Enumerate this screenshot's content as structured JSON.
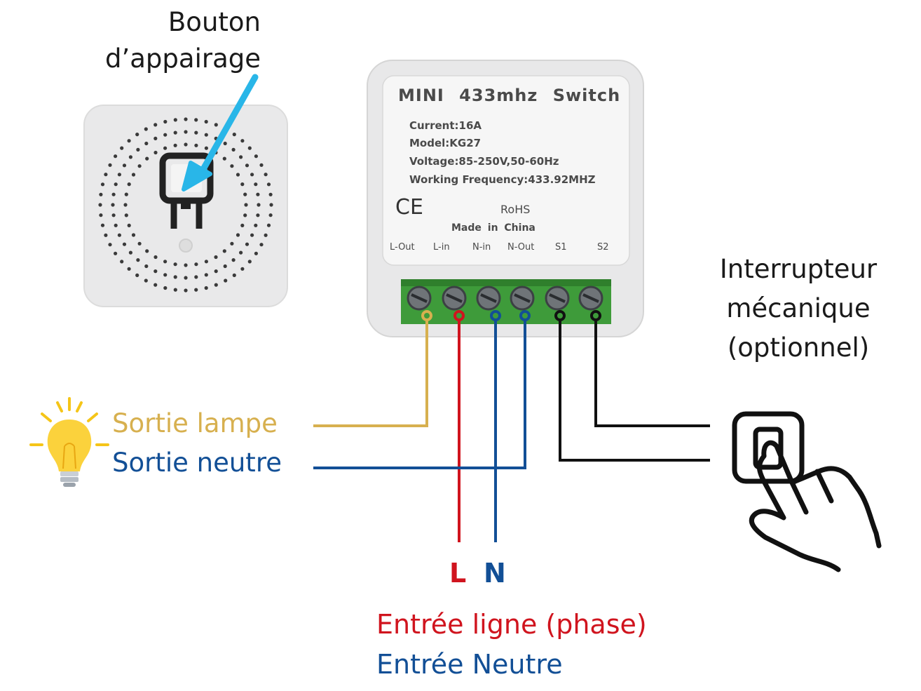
{
  "pairing_label": {
    "line1": "Bouton",
    "line2": "d’appairage"
  },
  "device": {
    "title": "MINI 433mhz Switch",
    "specs": [
      "Current:16A",
      "Model:KG27",
      "Voltage:85-250V,50-60Hz",
      "Working Frequency:433.92MHZ"
    ],
    "ce_mark": "CE",
    "rohs": "RoHS",
    "made_in": "Made in China",
    "terminals": [
      "L-Out",
      "L-in",
      "N-in",
      "N-Out",
      "S1",
      "S2"
    ]
  },
  "switch_label": {
    "line1": "Interrupteur",
    "line2": "mécanique",
    "line3": "(optionnel)"
  },
  "outputs": {
    "lamp": "Sortie lampe",
    "neutral": "Sortie neutre"
  },
  "inputs": {
    "L": "L",
    "N": "N",
    "line": "Entrée ligne (phase)",
    "neutral": "Entrée Neutre"
  },
  "colors": {
    "lamp_wire": "#d7b04f",
    "line_wire": "#d0141e",
    "neutral_wire": "#124f96",
    "switch_wire": "#111111",
    "arrow": "#29b6e8",
    "terminal_block": "#3e9b3a"
  },
  "icons": [
    "light-bulb-icon",
    "pairing-arrow-icon",
    "hand-pressing-switch-icon"
  ]
}
